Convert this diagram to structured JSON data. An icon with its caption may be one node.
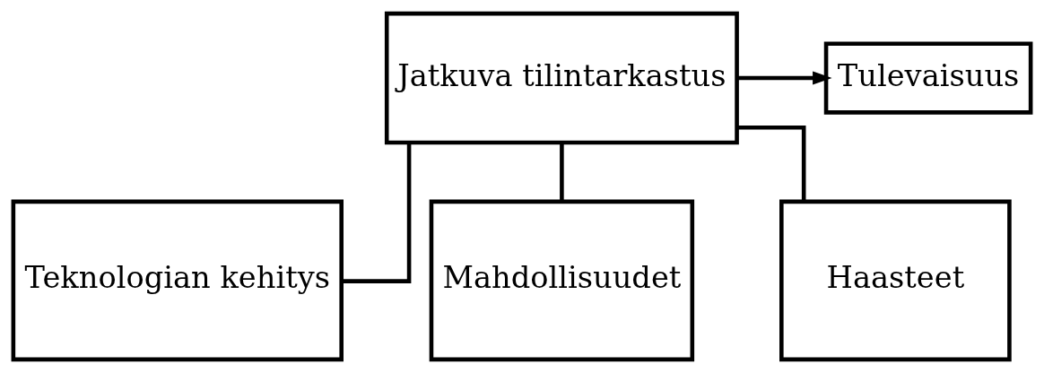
{
  "diagram": {
    "nodes": [
      {
        "text": [
          "Jatkuva tilintarkastus"
        ]
      },
      {
        "text": [
          "Tulevaisuus"
        ]
      },
      {
        "text": [
          "Teknologian kehitys"
        ]
      },
      {
        "text": [
          "Mahdollisuudet"
        ]
      },
      {
        "text": [
          "Haasteet"
        ]
      }
    ],
    "edges": [
      {
        "from": 0,
        "to": 1,
        "arrow": "to"
      },
      {
        "from": 0,
        "to": 2,
        "arrow": "none"
      },
      {
        "from": 0,
        "to": 3,
        "arrow": "none"
      },
      {
        "from": 0,
        "to": 4,
        "arrow": "none"
      }
    ]
  }
}
